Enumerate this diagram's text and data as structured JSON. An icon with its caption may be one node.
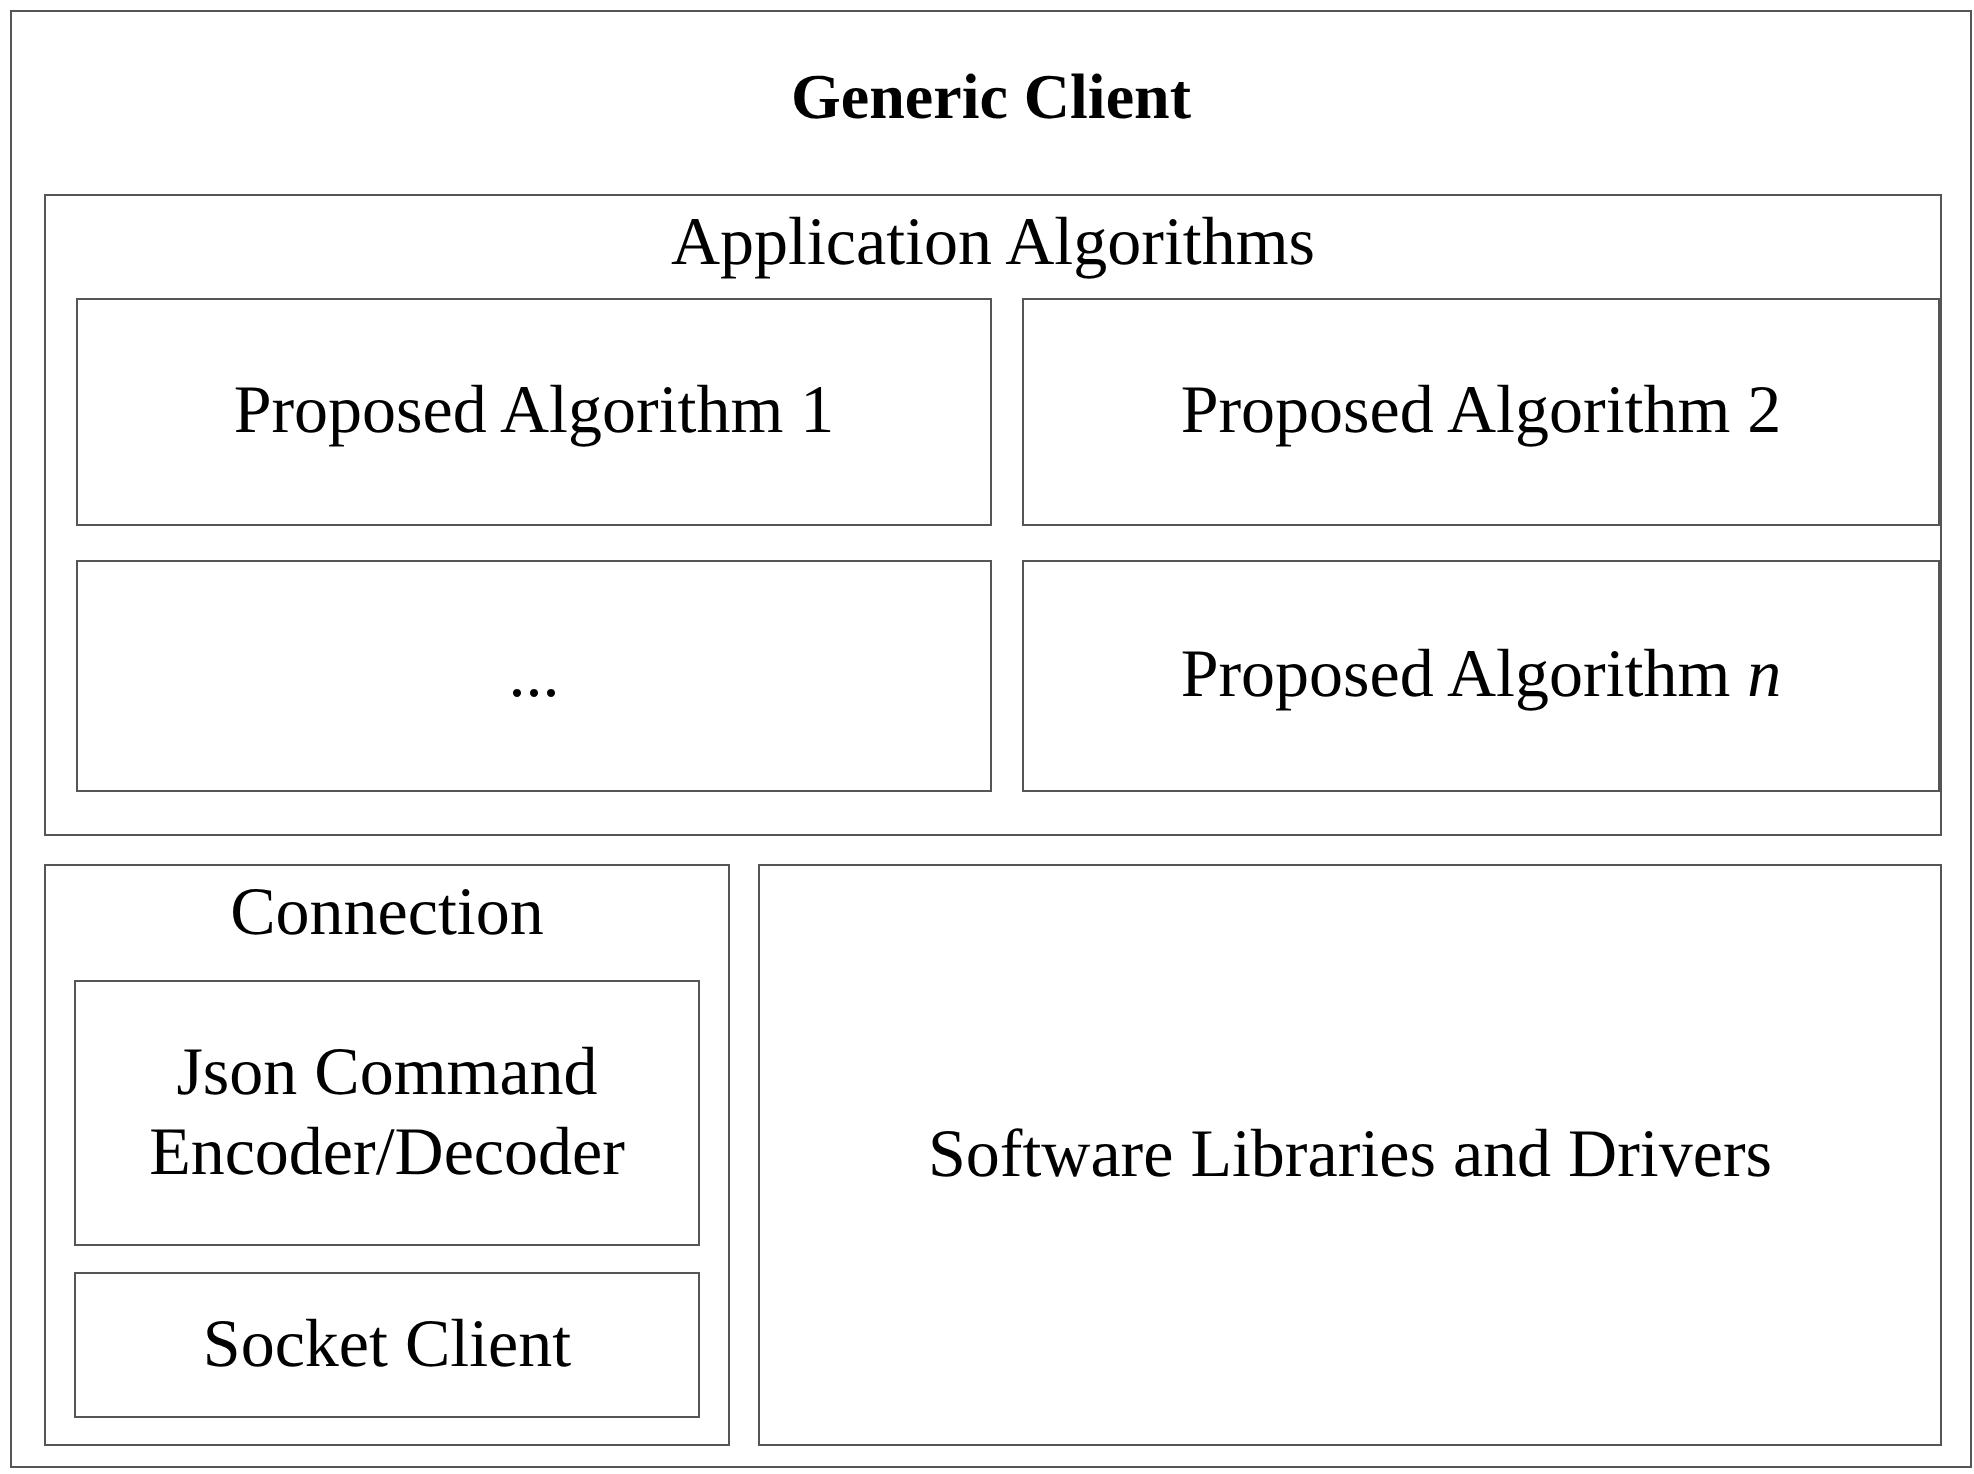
{
  "diagram": {
    "nodes": [
      {
        "text": [
          "Generic Client"
        ]
      },
      {
        "text": [
          "Application Algorithms"
        ],
        "in": 0
      },
      {
        "text": [
          "Proposed Algorithm 1"
        ],
        "in": 1
      },
      {
        "text": [
          "Proposed Algorithm 2"
        ],
        "in": 1
      },
      {
        "text": [
          "..."
        ],
        "in": 1
      },
      {
        "text": [
          "Proposed Algorithm *n*"
        ],
        "in": 1
      },
      {
        "text": [
          "Connection"
        ],
        "in": 0
      },
      {
        "text": [
          "Json Command Encoder/Decoder"
        ],
        "in": 6
      },
      {
        "text": [
          "Socket Client"
        ],
        "in": 6
      },
      {
        "text": [
          "Software Libraries and Drivers"
        ],
        "in": 0
      }
    ]
  }
}
